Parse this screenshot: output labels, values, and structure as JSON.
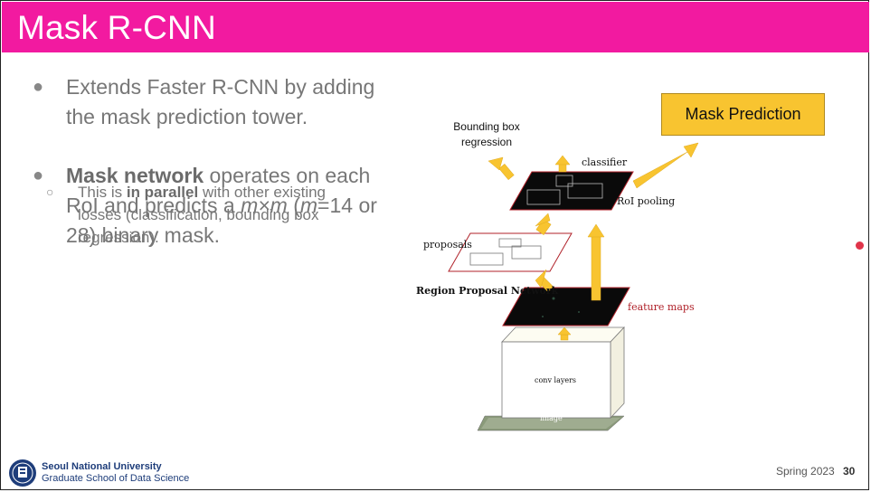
{
  "slide": {
    "title": "Mask R-CNN",
    "bullets": [
      {
        "text": "Extends Faster R-CNN by adding the mask prediction tower."
      },
      {
        "bold": "Mask network",
        "text_a": " operates on each RoI and predicts a ",
        "italic_a": "m×m",
        "text_b": " (",
        "italic_b": "m",
        "text_c": "=14 or 28) binary mask."
      }
    ],
    "sub_bullet": {
      "text_a": "This is ",
      "bold": "in parallel",
      "text_b": " with other existing losses (classification, bounding box regression)."
    }
  },
  "figure": {
    "mask_prediction": "Mask Prediction",
    "bbox_regression": "Bounding box regression",
    "classifier": "classifier",
    "roi_pooling": "RoI pooling",
    "proposals": "proposals",
    "rpn": "Region Proposal Network",
    "feature_maps": "feature maps",
    "conv_layers": "conv layers",
    "image": "image",
    "colors": {
      "arrow": "#f8c430",
      "feature_maps_label": "#b0222a",
      "plane_border": "#b0222a"
    }
  },
  "footer": {
    "university": "Seoul National University",
    "school": "Graduate School of Data Science",
    "semester": "Spring 2023",
    "page_number": "30"
  },
  "colors": {
    "title_bar": "#f21aa0",
    "body_text": "#777777"
  }
}
